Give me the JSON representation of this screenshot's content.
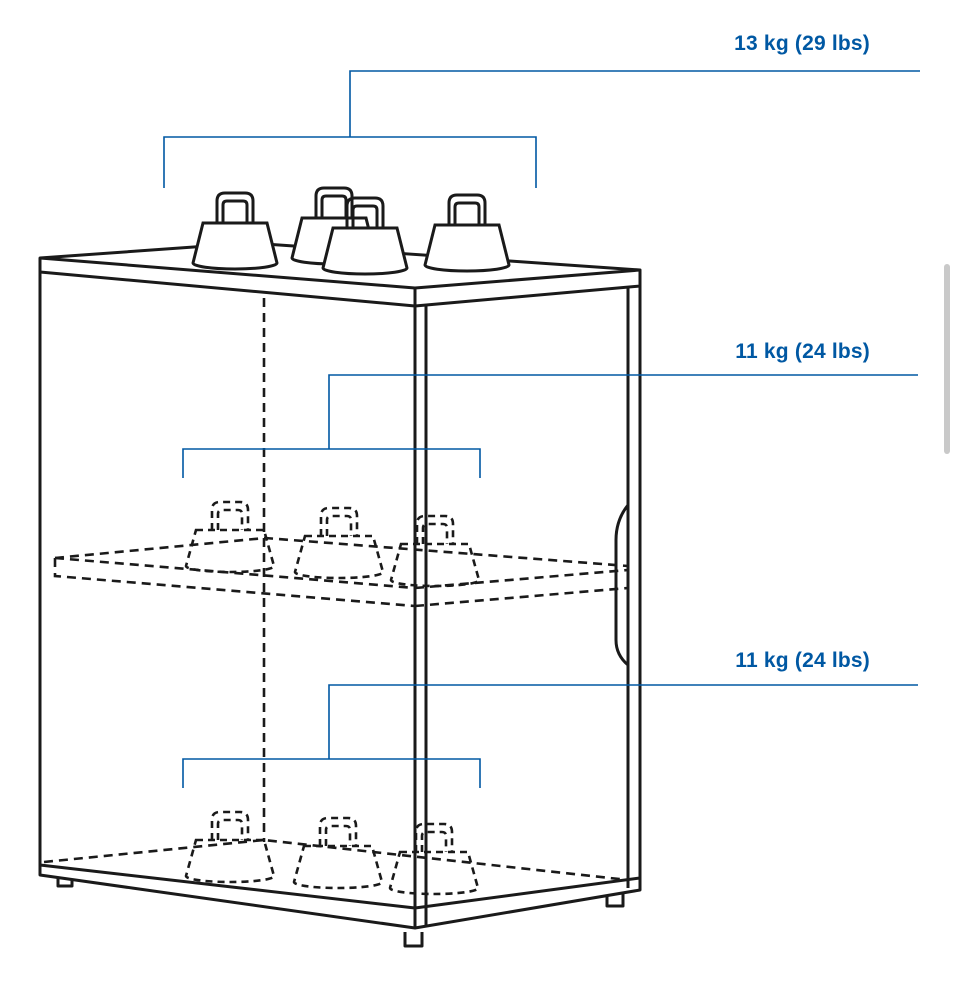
{
  "accent_color": "#0058a3",
  "line_color": "#1a1a1a",
  "loads": [
    {
      "shelf": "top",
      "text": "13 kg (29 lbs)",
      "weights": 4
    },
    {
      "shelf": "middle",
      "text": "11 kg (24 lbs)",
      "weights": 3
    },
    {
      "shelf": "bottom",
      "text": "11 kg (24 lbs)",
      "weights": 3
    }
  ],
  "icons": {
    "weight": "kettlebell-weight-icon",
    "cabinet": "cabinet-icon"
  }
}
